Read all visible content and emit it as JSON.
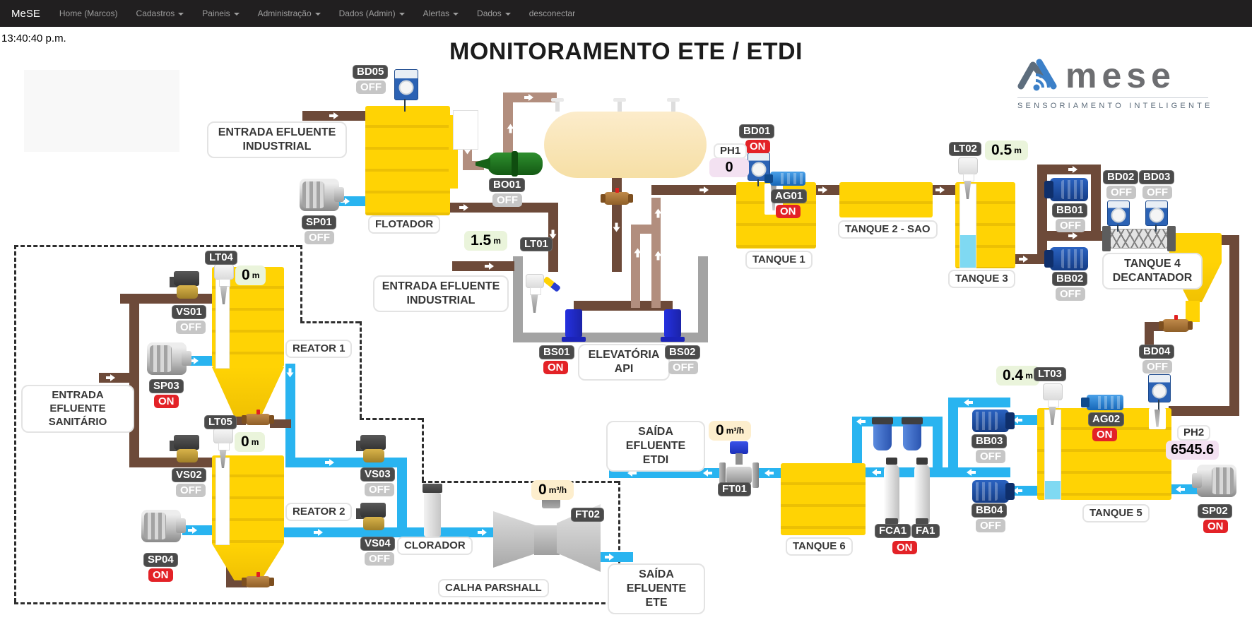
{
  "navbar": {
    "brand": "MeSE",
    "items": [
      {
        "label": "Home (Marcos)",
        "caret": false
      },
      {
        "label": "Cadastros",
        "caret": true
      },
      {
        "label": "Paineis",
        "caret": true
      },
      {
        "label": "Administração",
        "caret": true
      },
      {
        "label": "Dados (Admin)",
        "caret": true
      },
      {
        "label": "Alertas",
        "caret": true
      },
      {
        "label": "Dados",
        "caret": true
      },
      {
        "label": "desconectar",
        "caret": false
      }
    ]
  },
  "clock": "13:40:40 p.m.",
  "title": "MONITORAMENTO ETE / ETDI",
  "logo": {
    "wordmark": "mese",
    "tagline": "SENSORIAMENTO INTELIGENTE"
  },
  "colors": {
    "on": "#e32227",
    "off": "#c6c6c6",
    "tag": "#4a4a4a",
    "pipe_dark": "#6d4a39",
    "pipe_light": "#b28e7e",
    "pipe_blue": "#29b4f0",
    "tank_yellow": "#ffd304"
  },
  "info_boxes": {
    "entrada_industrial_top": [
      "ENTRADA EFLUENTE",
      "INDUSTRIAL"
    ],
    "entrada_industrial_mid": [
      "ENTRADA EFLUENTE",
      "INDUSTRIAL"
    ],
    "entrada_sanitario": [
      "ENTRADA EFLUENTE",
      "SANITÁRIO"
    ],
    "elevatoria": [
      "ELEVATÓRIA",
      "API"
    ],
    "saida_etdi": [
      "SAÍDA",
      "EFLUENTE ETDI"
    ],
    "saida_ete": [
      "SAÍDA",
      "EFLUENTE ETE"
    ],
    "tanque4": [
      "TANQUE 4",
      "DECANTADOR"
    ]
  },
  "tank_labels": {
    "flotador": "FLOTADOR",
    "tanque1": "TANQUE 1",
    "tanque2": "TANQUE 2 - SAO",
    "tanque3": "TANQUE 3",
    "tanque5": "TANQUE 5",
    "tanque6": "TANQUE 6",
    "reator1": "REATOR 1",
    "reator2": "REATOR 2",
    "clorador": "CLORADOR",
    "calha": "CALHA PARSHALL"
  },
  "equipment": {
    "BD05": {
      "label": "BD05",
      "status": "OFF"
    },
    "SP01": {
      "label": "SP01",
      "status": "OFF"
    },
    "BO01": {
      "label": "BO01",
      "status": "OFF"
    },
    "BD01": {
      "label": "BD01",
      "status": "ON"
    },
    "AG01": {
      "label": "AG01",
      "status": "ON"
    },
    "BS01": {
      "label": "BS01",
      "status": "ON"
    },
    "BS02": {
      "label": "BS02",
      "status": "OFF"
    },
    "VS01": {
      "label": "VS01",
      "status": "OFF"
    },
    "VS02": {
      "label": "VS02",
      "status": "OFF"
    },
    "VS03": {
      "label": "VS03",
      "status": "OFF"
    },
    "VS04": {
      "label": "VS04",
      "status": "OFF"
    },
    "SP03": {
      "label": "SP03",
      "status": "ON"
    },
    "SP04": {
      "label": "SP04",
      "status": "ON"
    },
    "BB01": {
      "label": "BB01",
      "status": "OFF"
    },
    "BB02": {
      "label": "BB02",
      "status": "OFF"
    },
    "BB03": {
      "label": "BB03",
      "status": "OFF"
    },
    "BB04": {
      "label": "BB04",
      "status": "OFF"
    },
    "BD02": {
      "label": "BD02",
      "status": "OFF"
    },
    "BD03": {
      "label": "BD03",
      "status": "OFF"
    },
    "BD04": {
      "label": "BD04",
      "status": "OFF"
    },
    "AG02": {
      "label": "AG02",
      "status": "ON"
    },
    "SP02": {
      "label": "SP02",
      "status": "ON"
    },
    "FCA1": {
      "label": "FCA1",
      "status": "ON"
    },
    "FA1": {
      "label": "FA1"
    },
    "FT01": {
      "label": "FT01"
    },
    "FT02": {
      "label": "FT02"
    },
    "LT01": {
      "label": "LT01"
    },
    "LT02": {
      "label": "LT02"
    },
    "LT03": {
      "label": "LT03"
    },
    "LT04": {
      "label": "LT04"
    },
    "LT05": {
      "label": "LT05"
    },
    "PH1": {
      "label": "PH1"
    },
    "PH2": {
      "label": "PH2"
    }
  },
  "measurements": {
    "LT01": {
      "value": "1.5",
      "unit": "m"
    },
    "LT02": {
      "value": "0.5",
      "unit": "m"
    },
    "LT03": {
      "value": "0.4",
      "unit": "m"
    },
    "LT04": {
      "value": "0",
      "unit": "m"
    },
    "LT05": {
      "value": "0",
      "unit": "m"
    },
    "PH1": {
      "value": "0"
    },
    "PH2": {
      "value": "6545.6"
    },
    "FT01": {
      "value": "0",
      "unit": "m³/h"
    },
    "FT02": {
      "value": "0",
      "unit": "m³/h"
    }
  }
}
